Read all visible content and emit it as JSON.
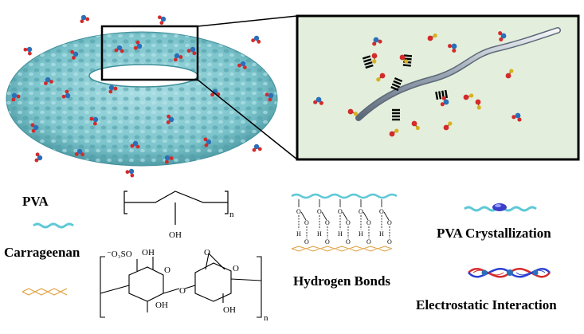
{
  "legend": {
    "pva": "PVA",
    "carrageenan": "Carrageenan",
    "hydrogen_bonds": "Hydrogen Bonds",
    "pva_crystallization": "PVA Crystallization",
    "electrostatic_interaction": "Electrostatic Interaction"
  },
  "pva_structure": {
    "oh": "OH",
    "n": "n"
  },
  "carrageenan_structure": {
    "oso3": "⁻O₃SO",
    "oh1": "OH",
    "oh2": "OH",
    "oh3": "OH",
    "o_link": "O",
    "o_ring1": "O",
    "o_ring2": "O",
    "o_bridge": "O",
    "n": "n"
  },
  "hbond_chain": {
    "o": "O",
    "h": "H"
  },
  "colors": {
    "torus": "#7cc4cc",
    "torus_dark": "#3f8e99",
    "panel_bg": "#e3efdc",
    "pva_chain": "#5fc8d6",
    "carrageenan_chain": "#e0a040",
    "atom_red": "#d42a2a",
    "atom_blue": "#2a6fb8",
    "atom_yellow": "#d8b020"
  }
}
